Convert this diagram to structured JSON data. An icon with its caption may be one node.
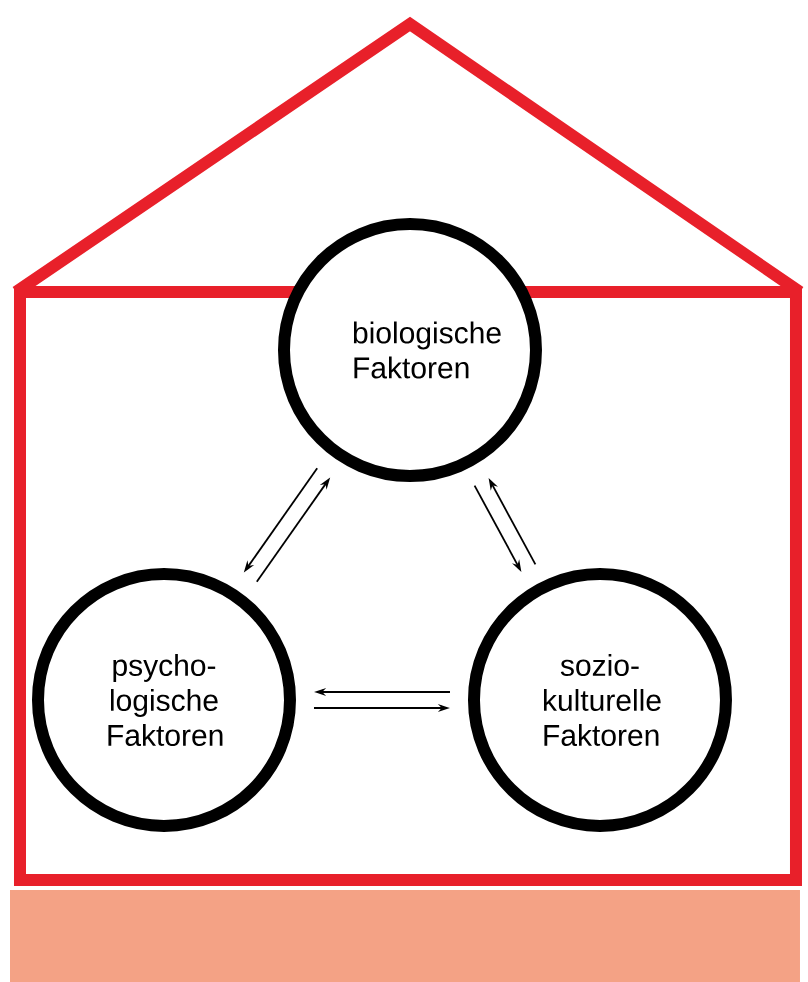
{
  "diagram": {
    "nodes": [
      {
        "text": [
          "biologische Faktoren"
        ]
      },
      {
        "text": [
          "psycho- logische Faktoren"
        ]
      },
      {
        "text": [
          "sozio- kulturelle Faktoren"
        ]
      }
    ],
    "edges": [
      {
        "from": 0,
        "to": 1,
        "arrow": "to"
      },
      {
        "from": 1,
        "to": 0,
        "arrow": "to"
      },
      {
        "from": 0,
        "to": 2,
        "arrow": "to"
      },
      {
        "from": 2,
        "to": 0,
        "arrow": "to"
      },
      {
        "from": 2,
        "to": 1,
        "arrow": "to"
      },
      {
        "from": 1,
        "to": 2,
        "arrow": "to"
      }
    ]
  }
}
